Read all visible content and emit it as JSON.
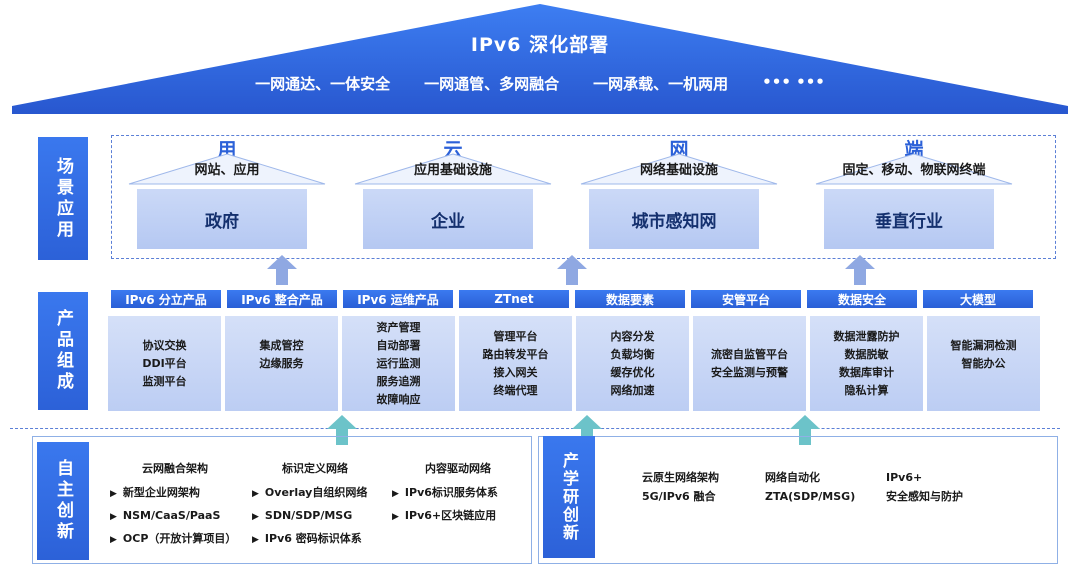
{
  "roof": {
    "title": "IPv6 深化部署",
    "slogans": [
      "一网通达、一体安全",
      "一网通管、多网融合",
      "一网承载、一机两用",
      "••• •••"
    ]
  },
  "side_labels": {
    "scenario": "场景应用",
    "product": "产品组成",
    "innovation": "自主创新",
    "industry": "产学研创新"
  },
  "scenarios": [
    {
      "icon": "用",
      "sub": "网站、应用",
      "card": "政府"
    },
    {
      "icon": "云",
      "sub": "应用基础设施",
      "card": "企业"
    },
    {
      "icon": "网",
      "sub": "网络基础设施",
      "card": "城市感知网"
    },
    {
      "icon": "端",
      "sub": "固定、移动、物联网终端",
      "card": "垂直行业"
    }
  ],
  "products": [
    {
      "head": "IPv6 分立产品",
      "items": [
        "协议交换",
        "DDI平台",
        "监测平台"
      ]
    },
    {
      "head": "IPv6 整合产品",
      "items": [
        "集成管控",
        "边缘服务"
      ]
    },
    {
      "head": "IPv6 运维产品",
      "items": [
        "资产管理",
        "自动部署",
        "运行监测",
        "服务追溯",
        "故障响应"
      ]
    },
    {
      "head": "ZTnet",
      "items": [
        "管理平台",
        "路由转发平台",
        "接入网关",
        "终端代理"
      ]
    },
    {
      "head": "数据要素",
      "items": [
        "内容分发",
        "负载均衡",
        "缓存优化",
        "网络加速"
      ]
    },
    {
      "head": "安管平台",
      "items": [
        "流密自监管平台",
        "安全监测与预警"
      ]
    },
    {
      "head": "数据安全",
      "items": [
        "数据泄露防护",
        "数据脱敏",
        "数据库审计",
        "隐私计算"
      ]
    },
    {
      "head": "大模型",
      "items": [
        "智能漏洞检测",
        "智能办公"
      ]
    }
  ],
  "innovation": {
    "columns": [
      {
        "head": "云网融合架构",
        "items": [
          "新型企业网架构",
          "NSM/CaaS/PaaS",
          "OCP（开放计算项目）"
        ]
      },
      {
        "head": "标识定义网络",
        "items": [
          "Overlay自组织网络",
          "SDN/SDP/MSG",
          "IPv6 密码标识体系"
        ]
      },
      {
        "head": "内容驱动网络",
        "items": [
          "IPv6标识服务体系",
          "IPv6+区块链应用"
        ]
      }
    ]
  },
  "industry": {
    "columns": [
      {
        "lines": [
          "云原生网络架构",
          "5G/IPv6 融合"
        ]
      },
      {
        "lines": [
          "网络自动化",
          "ZTA(SDP/MSG)"
        ]
      },
      {
        "lines": [
          "IPv6+",
          "安全感知与防护"
        ]
      }
    ]
  },
  "colors": {
    "primary": "#2c61d8",
    "card": "#c6d5f6",
    "dash": "#5b7fd6"
  }
}
